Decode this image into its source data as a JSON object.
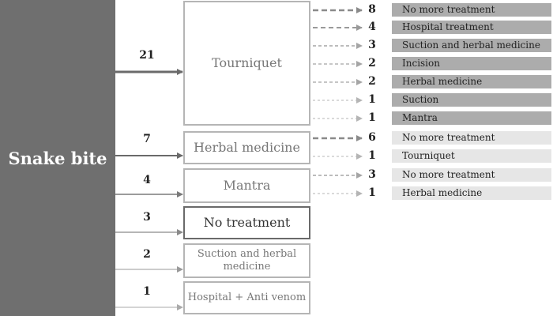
{
  "origin": {
    "label": "Snake bite"
  },
  "treatments": [
    {
      "label": "Tourniquet",
      "count": "21"
    },
    {
      "label": "Herbal medicine",
      "count": "7"
    },
    {
      "label": "Mantra",
      "count": "4"
    },
    {
      "label": "No treatment",
      "count": "3"
    },
    {
      "label": "Suction and herbal medicine",
      "count": "2"
    },
    {
      "label": "Hospital + Anti venom",
      "count": "1"
    }
  ],
  "outcomes": [
    {
      "from": "Tourniquet",
      "count": "8",
      "label": "No more treatment"
    },
    {
      "from": "Tourniquet",
      "count": "4",
      "label": "Hospital treatment"
    },
    {
      "from": "Tourniquet",
      "count": "3",
      "label": "Suction and herbal medicine"
    },
    {
      "from": "Tourniquet",
      "count": "2",
      "label": "Incision"
    },
    {
      "from": "Tourniquet",
      "count": "2",
      "label": "Herbal medicine"
    },
    {
      "from": "Tourniquet",
      "count": "1",
      "label": "Suction"
    },
    {
      "from": "Tourniquet",
      "count": "1",
      "label": "Mantra"
    },
    {
      "from": "Herbal medicine",
      "count": "6",
      "label": "No more treatment"
    },
    {
      "from": "Herbal medicine",
      "count": "1",
      "label": "Tourniquet"
    },
    {
      "from": "Mantra",
      "count": "3",
      "label": "No more treatment"
    },
    {
      "from": "Mantra",
      "count": "1",
      "label": "Herbal medicine"
    }
  ],
  "colors": {
    "origin_fill": "#6f6f6f",
    "bar_dark": "#acacac",
    "bar_light": "#e6e6e6",
    "arrow": "#6a6a6a"
  }
}
